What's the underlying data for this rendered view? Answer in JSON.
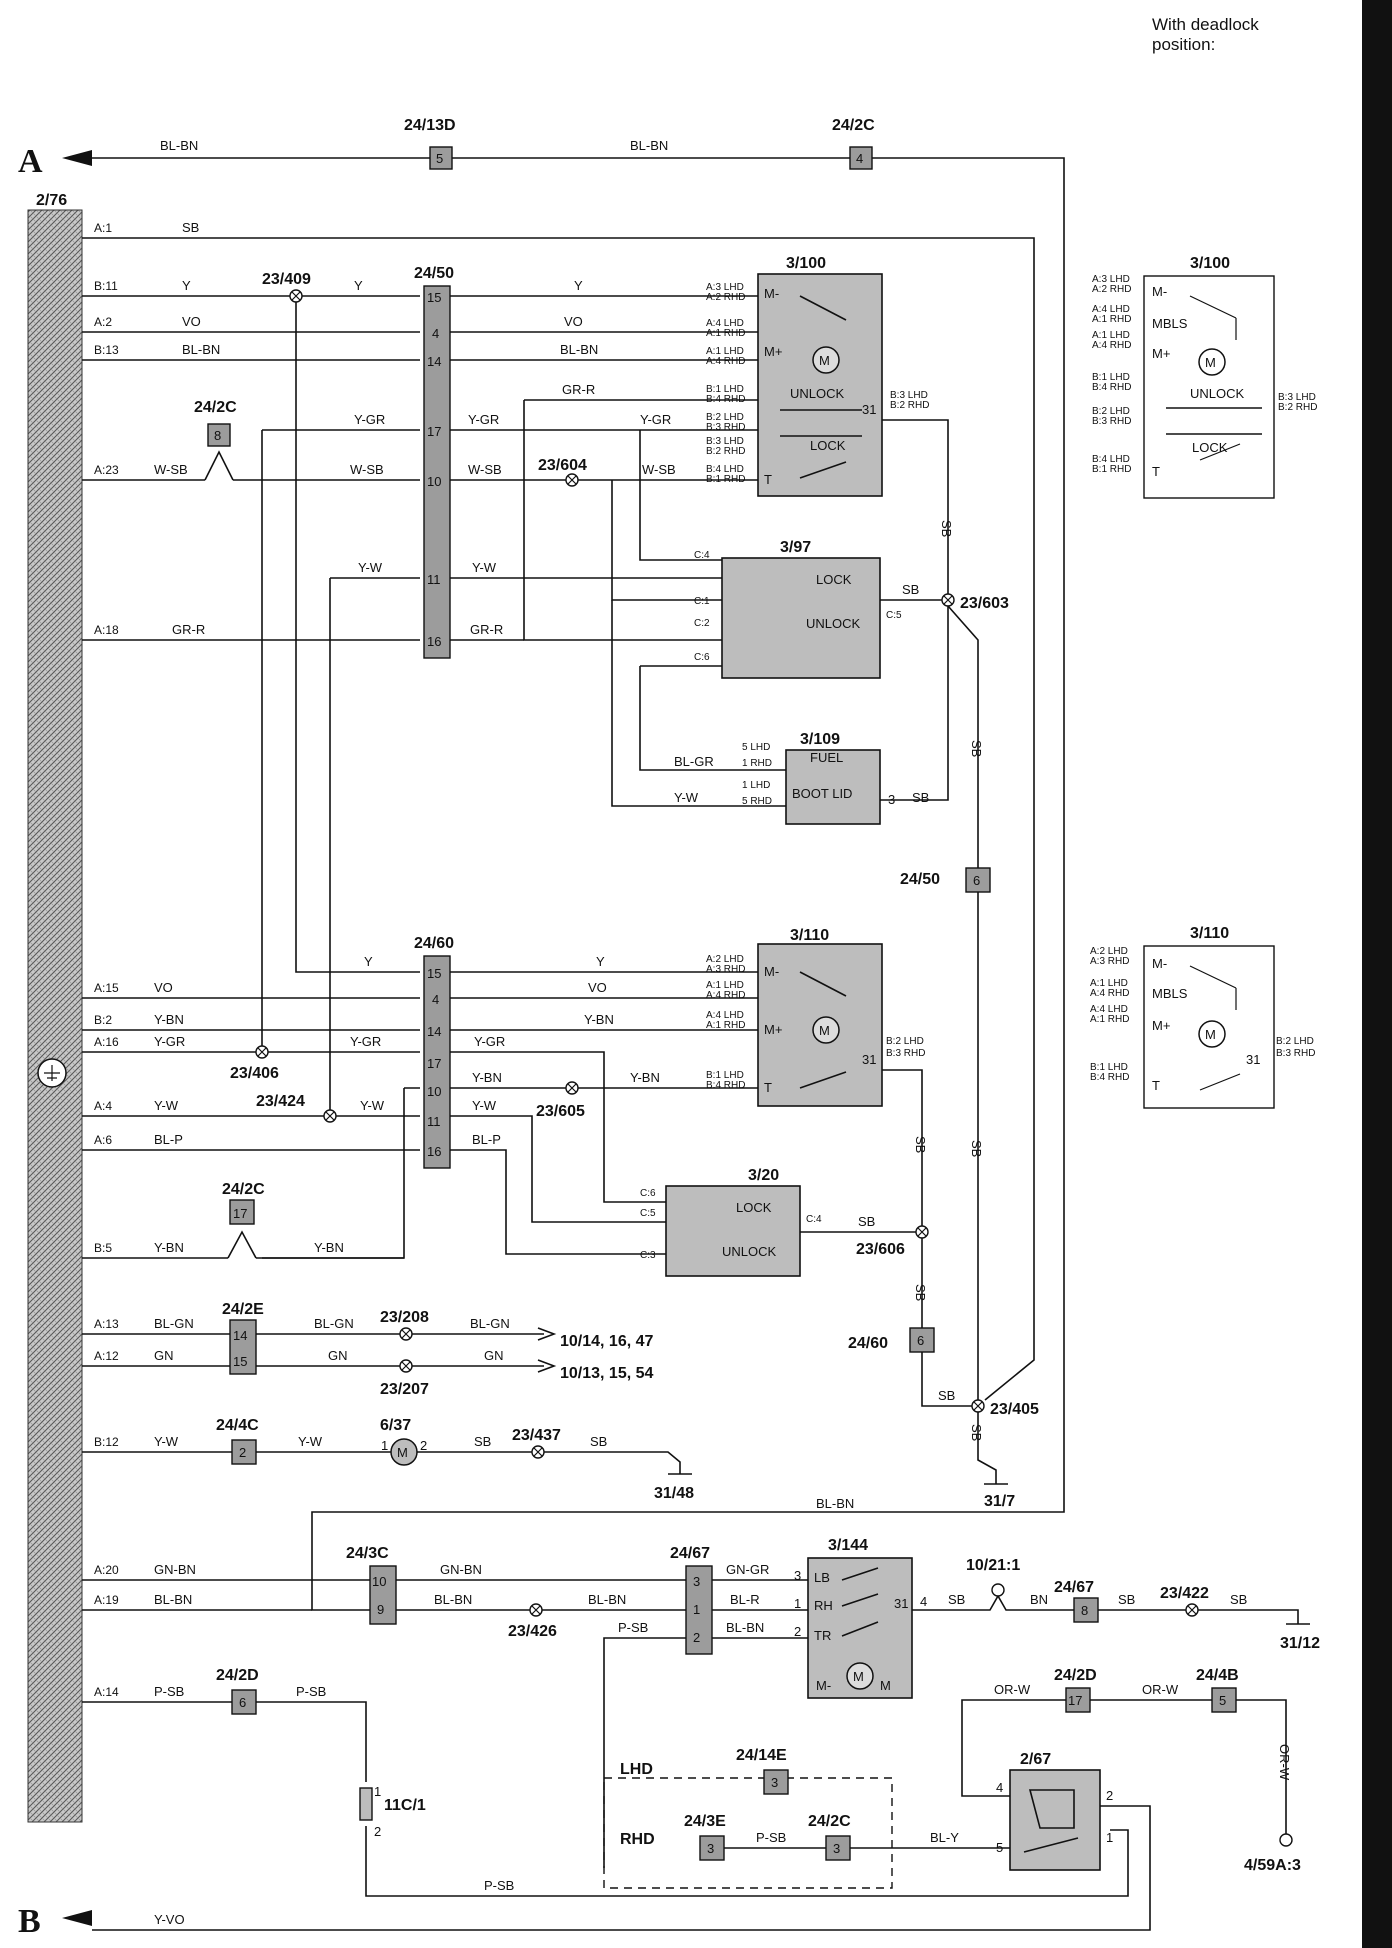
{
  "note": {
    "line1": "With deadlock",
    "line2": "position:"
  },
  "arrows": {
    "a": "A",
    "b": "B"
  },
  "connector_main": "2/76",
  "refs": {
    "c24_13d": "24/13D",
    "c24_2c_top": "24/2C",
    "c24_50": "24/50",
    "c24_2c_a": "24/2C",
    "c24_60": "24/60",
    "c24_2c_b": "24/2C",
    "c24_2e": "24/2E",
    "c24_4c": "24/4C",
    "c24_3c": "24/3C",
    "c24_67a": "24/67",
    "c24_67b": "24/67",
    "c24_2d_a": "24/2D",
    "c24_2d_b": "24/2D",
    "c24_4b": "24/4B",
    "c24_14e": "24/14E",
    "c24_3e": "24/3E",
    "c24_2c_c": "24/2C",
    "c24_50_6": "24/50",
    "c24_60_6": "24/60",
    "s23_409": "23/409",
    "s23_604": "23/604",
    "s23_603": "23/603",
    "s23_406": "23/406",
    "s23_424": "23/424",
    "s23_605": "23/605",
    "s23_606": "23/606",
    "s23_208": "23/208",
    "s23_207": "23/207",
    "s23_405": "23/405",
    "s23_437": "23/437",
    "s23_426": "23/426",
    "s23_422": "23/422",
    "m3_100": "3/100",
    "m3_97": "3/97",
    "m3_109": "3/109",
    "m3_110": "3/110",
    "m3_20": "3/20",
    "m3_144": "3/144",
    "m6_37": "6/37",
    "m2_67": "2/67",
    "g31_48": "31/48",
    "g31_7": "31/7",
    "g31_12": "31/12",
    "f11c1": "11C/1",
    "r10_21_1": "10/21:1",
    "r4_59a3": "4/59A:3",
    "out1": "10/14, 16, 47",
    "out2": "10/13, 15, 54",
    "lhd": "LHD",
    "rhd": "RHD",
    "inset100": "3/100",
    "inset110": "3/110"
  },
  "pins": {
    "c24_13d": "5",
    "c24_2c_top": "4",
    "c24_2c_a": "8",
    "c24_2c_b": "17",
    "c24_2e_1": "14",
    "c24_2e_2": "15",
    "c24_4c": "2",
    "c24_3c_1": "10",
    "c24_3c_2": "9",
    "c24_67_1": "3",
    "c24_67_2": "1",
    "c24_67_3": "2",
    "c24_67b": "8",
    "c24_2d_a": "6",
    "c24_2d_b": "17",
    "c24_4b": "5",
    "c24_14e": "3",
    "c24_3e": "3",
    "c24_2c_c": "3",
    "c24_50_6": "6",
    "c24_60_6": "6",
    "c24_50": [
      "15",
      "4",
      "14",
      "17",
      "10",
      "11",
      "16"
    ],
    "c24_60": [
      "15",
      "4",
      "14",
      "17",
      "10",
      "11",
      "16"
    ]
  },
  "wires": {
    "bl_bn_1": "BL-BN",
    "bl_bn_2": "BL-BN",
    "sb_a1": "SB",
    "y_b11": "Y",
    "y_b11b": "Y",
    "y_b11c": "Y",
    "vo_a2": "VO",
    "vo_a2b": "VO",
    "blbn_b13": "BL-BN",
    "blbn_b13b": "BL-BN",
    "grr_top": "GR-R",
    "ygr_1": "Y-GR",
    "ygr_2": "Y-GR",
    "ygr_3": "Y-GR",
    "wsb_1": "W-SB",
    "wsb_2": "W-SB",
    "wsb_3": "W-SB",
    "wsb_4": "W-SB",
    "yw_1": "Y-W",
    "yw_2": "Y-W",
    "grr_a18": "GR-R",
    "grr_a18b": "GR-R",
    "sb_97": "SB",
    "sb_v1": "SB",
    "sb_v2": "SB",
    "sb_109": "SB",
    "blgr_109": "BL-GR",
    "yw_109": "Y-W",
    "y_60": "Y",
    "y_60b": "Y",
    "vo_a15": "VO",
    "vo_a15b": "VO",
    "ybn_b2": "Y-BN",
    "ybn_b2b": "Y-BN",
    "ygr_a16": "Y-GR",
    "ygr_a16b": "Y-GR",
    "ygr_a16c": "Y-GR",
    "ybn_10": "Y-BN",
    "ybn_10b": "Y-BN",
    "yw_a4": "Y-W",
    "yw_a4b": "Y-W",
    "yw_a4c": "Y-W",
    "blp_a6": "BL-P",
    "blp_a6b": "BL-P",
    "ybn_b5": "Y-BN",
    "ybn_b5b": "Y-BN",
    "sb_20": "SB",
    "sb_v3": "SB",
    "sb_v4": "SB",
    "sb_v5": "SB",
    "sb_405": "SB",
    "sb_405b": "SB",
    "blgn_a13": "BL-GN",
    "blgn_2": "BL-GN",
    "blgn_3": "BL-GN",
    "gn_a12": "GN",
    "gn_2": "GN",
    "gn_3": "GN",
    "yw_b12": "Y-W",
    "yw_b12b": "Y-W",
    "sb_37": "SB",
    "sb_37b": "SB",
    "blbn_top": "BL-BN",
    "gnbn_a20": "GN-BN",
    "gnbn_2": "GN-BN",
    "blbn_a19": "BL-BN",
    "blbn_2": "BL-BN",
    "blbn_3": "BL-BN",
    "gngr": "GN-GR",
    "blr": "BL-R",
    "blbn_tr": "BL-BN",
    "psb_67": "P-SB",
    "sb_144": "SB",
    "bn_1": "BN",
    "sb_422a": "SB",
    "sb_422b": "SB",
    "psb_a14": "P-SB",
    "psb_2": "P-SB",
    "psb_bottom": "P-SB",
    "psb_rhd": "P-SB",
    "orw_1": "OR-W",
    "orw_2": "OR-W",
    "orw_3": "OR-W",
    "bly": "BL-Y",
    "yvo": "Y-VO"
  },
  "connector_pins": {
    "a1": "A:1",
    "b11": "B:11",
    "a2": "A:2",
    "b13": "B:13",
    "a23": "A:23",
    "a18": "A:18",
    "a15": "A:15",
    "b2": "B:2",
    "a16": "A:16",
    "a4": "A:4",
    "a6": "A:6",
    "b5": "B:5",
    "a13": "A:13",
    "a12": "A:12",
    "b12": "B:12",
    "a20": "A:20",
    "a19": "A:19",
    "a14": "A:14"
  },
  "comp_labels": {
    "unlock": "UNLOCK",
    "lock": "LOCK",
    "fuel": "FUEL",
    "boot": "BOOT LID",
    "mbls": "MBLS",
    "m_minus": "M-",
    "m_plus": "M+",
    "t": "T",
    "m": "M",
    "lb": "LB",
    "rh": "RH",
    "tr": "TR",
    "mminus": "M-",
    "mm": "M",
    "pin31": "31",
    "pin4": "4",
    "pin3": "3",
    "pin1": "1",
    "pin2": "2",
    "pin5": "5",
    "c4": "C:4",
    "c1": "C:1",
    "c2": "C:2",
    "c6": "C:6",
    "c5": "C:5",
    "c3": "C:3",
    "lhd5": "5 LHD",
    "rhd1": "1 RHD",
    "lhd1": "1 LHD",
    "rhd5": "5 RHD",
    "a3lhd": "A:3 LHD",
    "a2rhd": "A:2 RHD",
    "a4lhd": "A:4 LHD",
    "a1rhd": "A:1 RHD",
    "a1lhd": "A:1 LHD",
    "a4rhd": "A:4 RHD",
    "b1lhd": "B:1 LHD",
    "b4rhd": "B:4 RHD",
    "b2lhd": "B:2 LHD",
    "b3rhd": "B:3 RHD",
    "b4lhd": "B:4 LHD",
    "b1rhd": "B:1 RHD",
    "b3lhd": "B:3 LHD",
    "b2rhd": "B:2 RHD",
    "a2lhd": "A:2 LHD",
    "a3rhd": "A:3 RHD"
  }
}
